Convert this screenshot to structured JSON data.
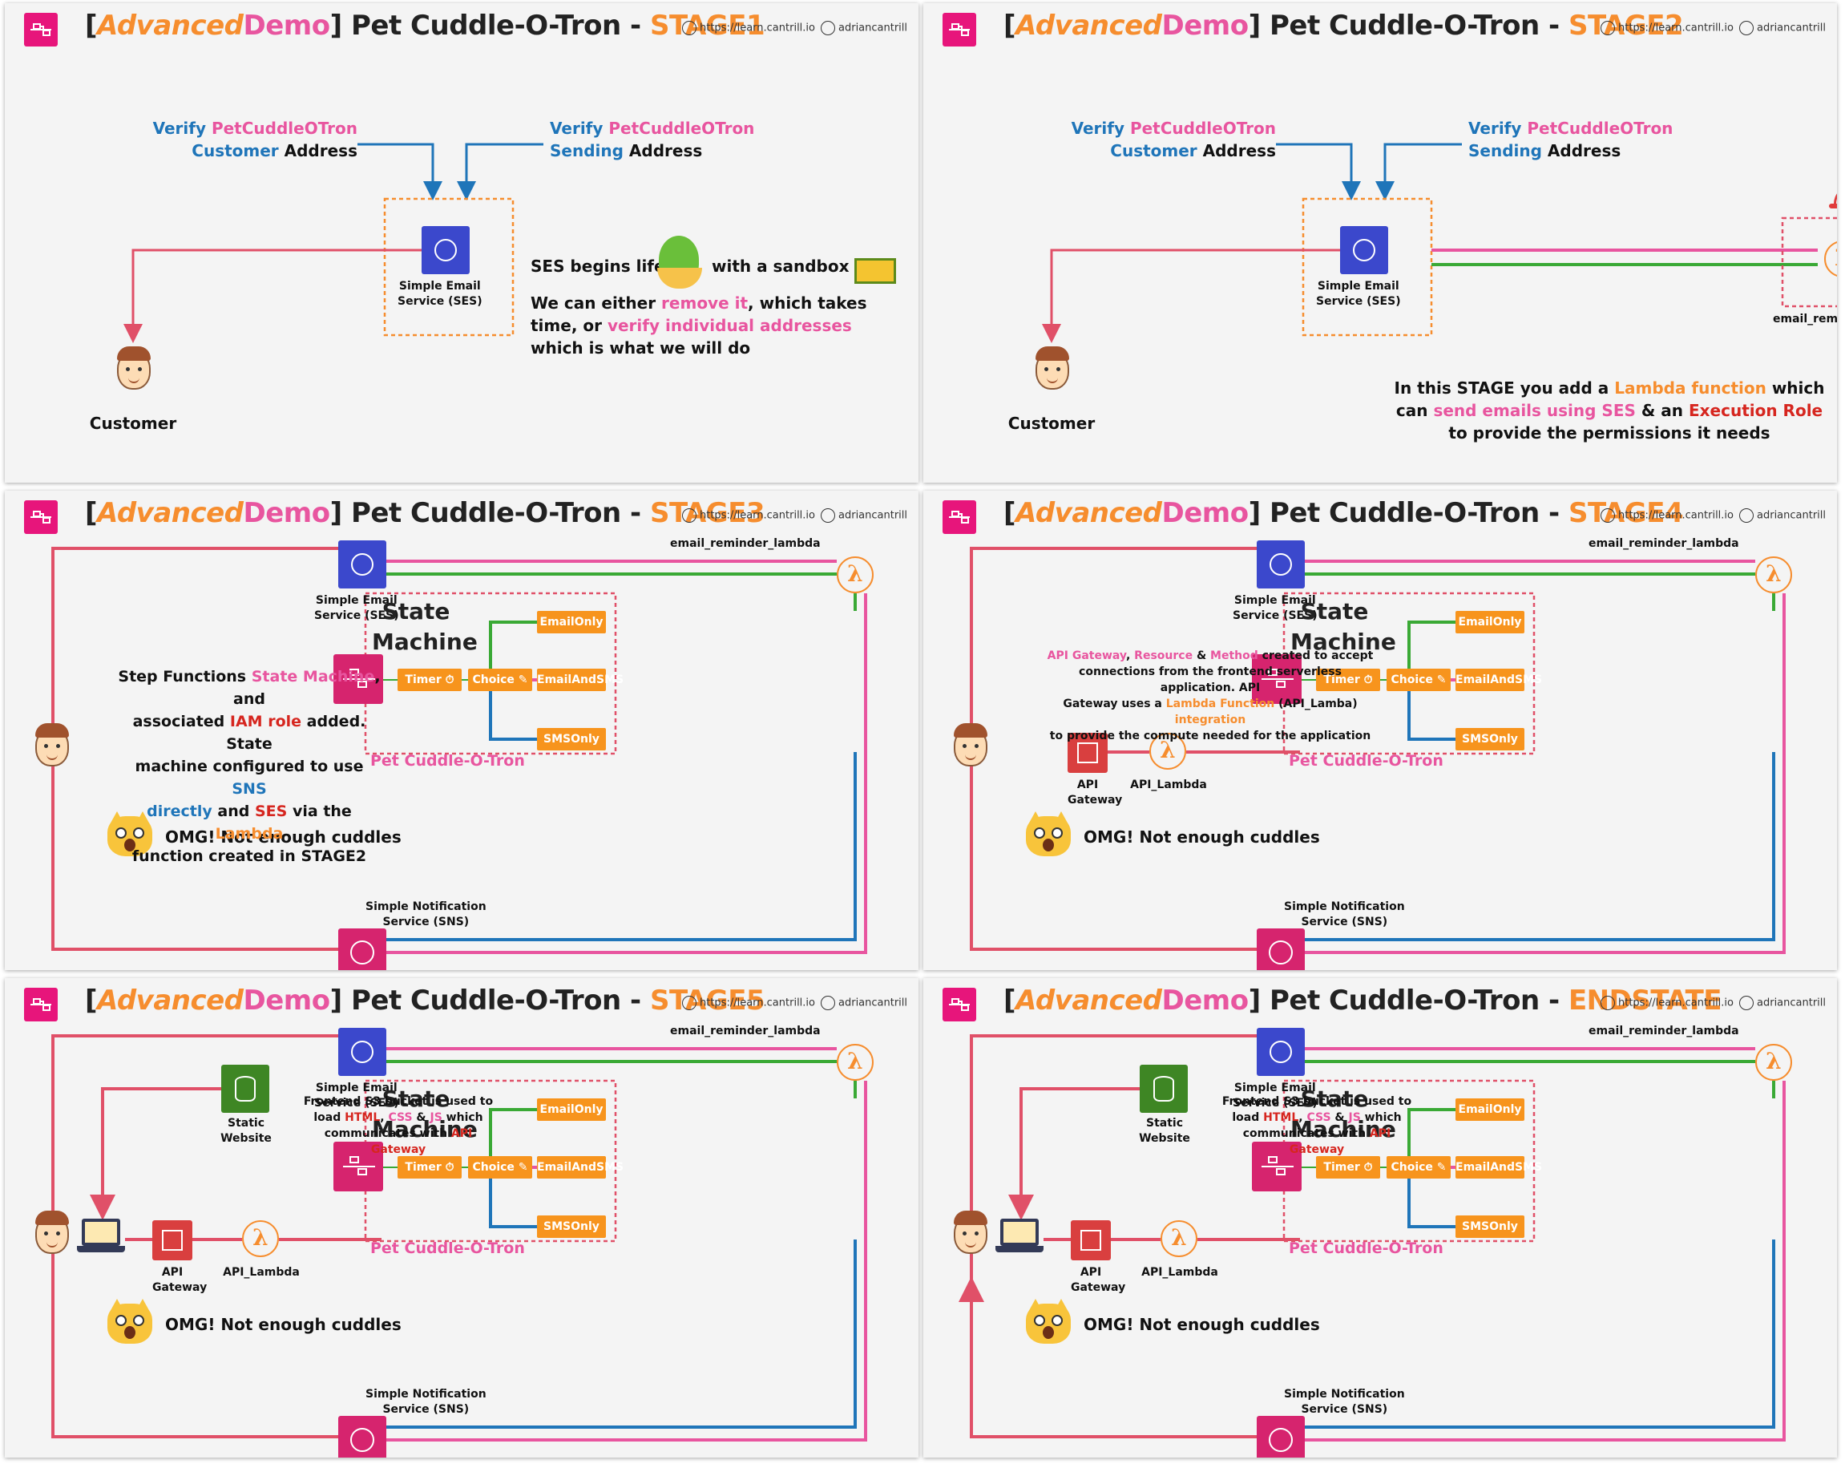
{
  "header": {
    "prefix_bracket_open": "[",
    "advanced": "Advanced",
    "demo": "Demo",
    "prefix_bracket_close": "]",
    "title": "Pet Cuddle-O-Tron -",
    "url": "https://learn.cantrill.io",
    "handle": "adriancantrill"
  },
  "panels": [
    {
      "stage": "STAGE1"
    },
    {
      "stage": "STAGE2"
    },
    {
      "stage": "STAGE3"
    },
    {
      "stage": "STAGE4"
    },
    {
      "stage": "STAGE5"
    },
    {
      "stage": "ENDSTATE"
    }
  ],
  "labels": {
    "verify": "Verify",
    "petcuddleotron": "PetCuddleOTron",
    "customer_word": "Customer",
    "sending_word": "Sending",
    "address_word": "Address",
    "ses_line1": "Simple Email",
    "ses_line2": "Service (SES)",
    "sns_line1": "Simple Notification",
    "sns_line2": "Service (SNS)",
    "customer": "Customer",
    "email_reminder_lambda": "email_reminder_lambda",
    "state": "State",
    "machine": "Machine",
    "timer": "Timer",
    "choice": "Choice",
    "email_only": "EmailOnly",
    "email_and_sms": "EmailAndSMS",
    "sms_only": "SMSOnly",
    "pet_cuddle_o_tron": "Pet Cuddle-O-Tron",
    "omg": "OMG! Not enough cuddles",
    "api_gateway_1": "API",
    "api_gateway_2": "Gateway",
    "api_lambda": "API_Lambda",
    "static_1": "Static",
    "static_2": "Website"
  },
  "stage1_text": {
    "ses_begins": "SES begins life",
    "with_sandbox": "with a sandbox",
    "we_can": "We can either",
    "remove_it": "remove it",
    "which_takes": ", which takes",
    "time_or": "time, or",
    "verify_individual": "verify individual addresses",
    "which_is": "which is what we will do"
  },
  "stage2_text": {
    "l1a": "In this STAGE you add a",
    "l1b": "Lambda function",
    "l1c": "which",
    "l2a": "can",
    "l2b": "send emails using SES",
    "l2c": "& an",
    "l2d": "Execution Role",
    "l3": "to provide the permissions it needs"
  },
  "stage3_text": {
    "a": "Step Functions",
    "b": "State Machine",
    "c": ", and",
    "d": "associated",
    "e": "IAM role",
    "f": "added. State",
    "g": "machine configured to use",
    "h": "SNS",
    "i": "directly",
    "j": "and",
    "k": "SES",
    "l": "via the",
    "m": "Lambda",
    "n": "function created in STAGE2"
  },
  "stage4_text": {
    "a": "API Gateway",
    "b": ", ",
    "c": "Resource",
    "d": " & ",
    "e": "Method",
    "f": " created to accept",
    "g": "connections from the frontend serverless application. API",
    "h": "Gateway uses a",
    "i": "Lambda Function",
    "j": "(API_Lamba)",
    "k": "integration",
    "l": "to provide the compute needed for the application"
  },
  "stage5_text": {
    "a": "Frontend S3 bucket is used to",
    "b": "load",
    "c": "HTML",
    "d": "CSS",
    "e": "JS",
    "f": "which",
    "g": "communicates with",
    "h": "API Gateway"
  },
  "colors": {
    "pink": "#e8559f",
    "red_line": "#e05068",
    "green_line": "#3aa935",
    "blue_line": "#1f75b9",
    "orange": "#f68d2e",
    "ses": "#3b48cc",
    "sns": "#d6246e"
  }
}
